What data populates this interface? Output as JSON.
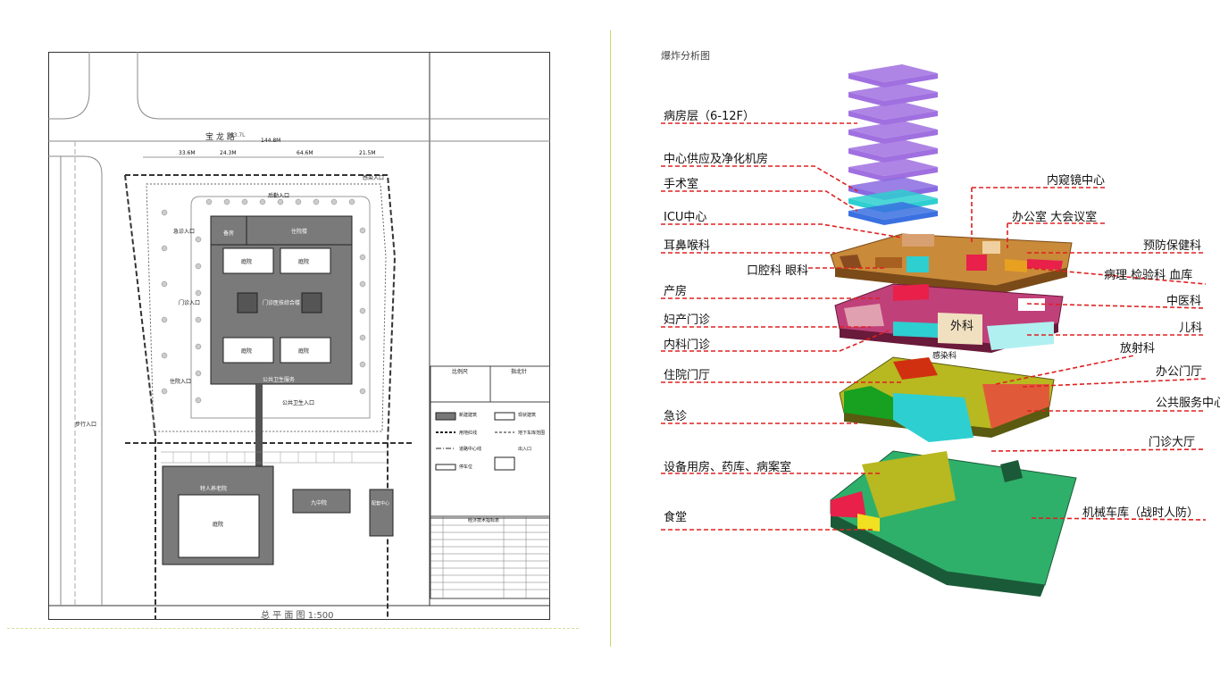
{
  "diagram_title": "爆炸分析图",
  "site_plan": {
    "road_name": "宝 龙 路",
    "road_width_label": "163.7L",
    "top_dims": [
      "33.6M",
      "24.3M",
      "144.8M",
      "64.6M",
      "21.5M"
    ],
    "main_building": "门诊医技综合楼",
    "courtyard": "庭院",
    "block_a": "备房",
    "block_b": "住院楼",
    "public_service": "公共卫生服务",
    "south_building": "特人养老院",
    "south_court": "庭院",
    "side_a": "九中院",
    "side_b": "配套中心",
    "entrances": [
      "急诊入口",
      "门诊入口",
      "住院入口",
      "感染入口",
      "后勤入口",
      "公共卫生入口",
      "步行入口"
    ],
    "plan_title": "总 平 面 图  1:500",
    "legend_title_a": "比例尺",
    "legend_title_b": "指北针",
    "legend_items": [
      "新建建筑",
      "现状建筑",
      "用地红线",
      "地下车库范围",
      "道路中心线",
      "出入口",
      "停车位"
    ],
    "table_title": "经济技术指标表"
  },
  "exploded": {
    "left_labels": [
      "病房层（6-12F）",
      "中心供应及净化机房",
      "手术室",
      "ICU中心",
      "耳鼻喉科",
      "口腔科  眼科",
      "产房",
      "妇产门诊",
      "内科门诊",
      "住院门厅",
      "急诊",
      "设备用房、药库、病案室",
      "食堂"
    ],
    "right_labels": [
      "内窥镜中心",
      "办公室  大会议室",
      "预防保健科",
      "病理  检验科  血库",
      "中医科",
      "儿科",
      "放射科",
      "办公门厅",
      "公共服务中心",
      "门诊大厅",
      "机械车库（战时人防）"
    ],
    "inline_labels": [
      "外科",
      "感染科"
    ],
    "colors": {
      "ward": "#a070e0",
      "supply": "#8a6ae0",
      "surgery": "#2ecfd0",
      "icu": "#3a70e0",
      "leader": "#e02020"
    }
  }
}
